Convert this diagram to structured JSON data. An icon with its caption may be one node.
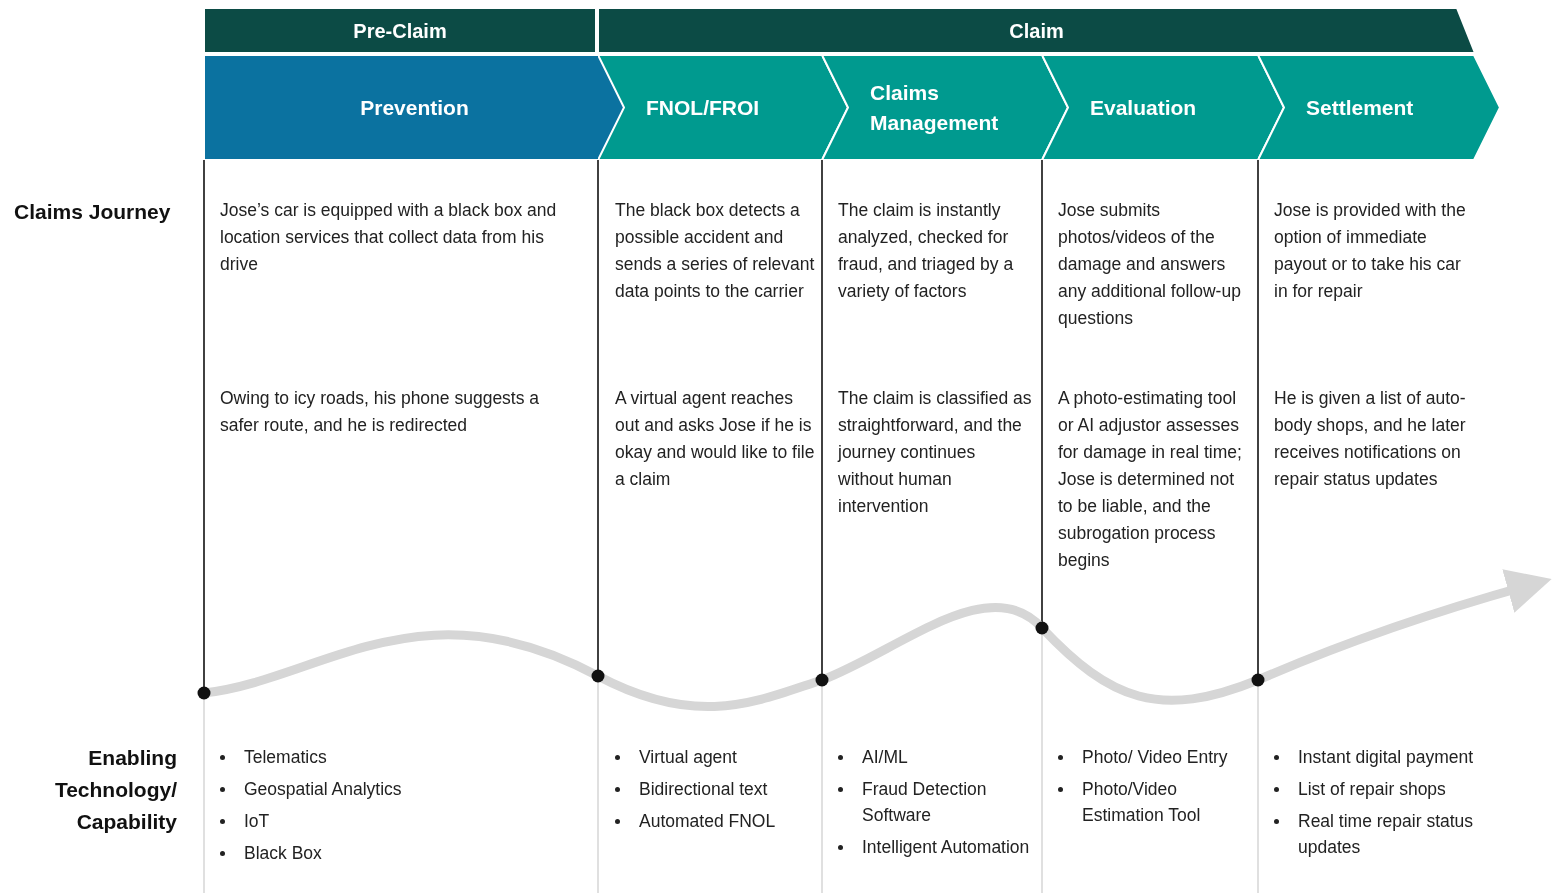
{
  "diagram": {
    "nodes": [
      {
        "text": [
          "Pre-Claim"
        ]
      },
      {
        "text": [
          "Claim"
        ]
      },
      {
        "text": [
          "Prevention"
        ]
      },
      {
        "text": [
          "FNOL/FROI"
        ]
      },
      {
        "text": [
          "Claims Management"
        ]
      },
      {
        "text": [
          "Evaluation"
        ]
      },
      {
        "text": [
          "Settlement"
        ]
      }
    ],
    "labels": [
      "Claims Journey",
      "Jose’s car is equipped with a black box and location services that collect data from his drive",
      "The black box detects a possible accident and sends a series of relevant data points to the carrier",
      "The claim is instantly analyzed, checked for fraud, and triaged by a variety of factors",
      "Jose submits photos/videos of the damage and answers any additional follow-up questions",
      "Jose is provided with the option of immediate payout or to take his car in for repair",
      "Owing to icy roads, his phone suggests a safer route, and he is redirected",
      "A virtual agent reaches out and asks Jose if he is okay and would like to file a claim",
      "The claim is classified as straightforward, and the journey continues without human intervention",
      "A photo-estimating tool or AI adjustor assesses for damage in real time; Jose is determined not to be liable, and the subrogation process begins",
      "He is given a list of auto-body shops, and he later receives notifications on repair status updates",
      "Enabling Technology/ Capability",
      "Telematics",
      "Geospatial Analytics",
      "IoT",
      "Black Box",
      "Virtual agent",
      "Bidirectional text",
      "Automated FNOL",
      "AI/ML",
      "Fraud Detection Software",
      "Intelligent Automation",
      "Photo/ Video Entry",
      "Photo/Video Estimation Tool",
      "Instant digital payment",
      "List of repair shops",
      "Real time repair status updates"
    ]
  }
}
